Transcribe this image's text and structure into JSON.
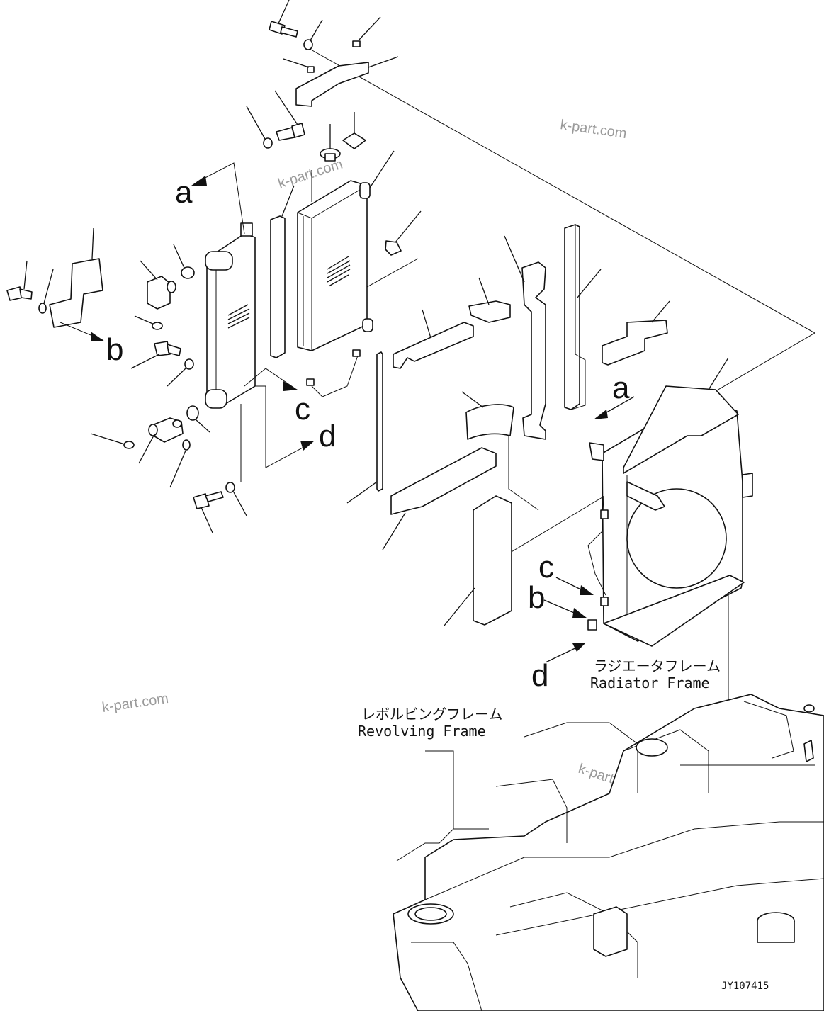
{
  "diagram": {
    "callouts": {
      "a_left": "a",
      "b_left": "b",
      "c_left": "c",
      "d_left": "d",
      "a_right": "a",
      "c_right": "c",
      "b_right": "b",
      "d_right": "d"
    },
    "radiator_frame": {
      "japanese": "ラジエータフレーム",
      "english": "Radiator Frame"
    },
    "revolving_frame": {
      "japanese": "レボルビングフレーム",
      "english": "Revolving Frame"
    },
    "watermarks": [
      "k-part.com",
      "k-part.com",
      "k-part.com",
      "k-part.com"
    ],
    "drawing_number": "JY107415"
  }
}
